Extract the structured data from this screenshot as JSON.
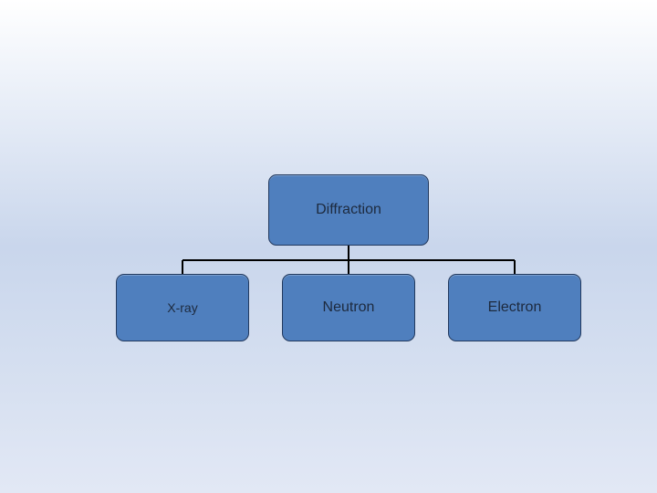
{
  "diagram": {
    "type": "hierarchy",
    "root": {
      "label": "Diffraction"
    },
    "children": [
      {
        "label": "X-ray"
      },
      {
        "label": "Neutron"
      },
      {
        "label": "Electron"
      }
    ]
  },
  "colors": {
    "node_fill": "#4f7fbe",
    "node_border": "#22395e",
    "node_text": "#1d2a3e",
    "connector": "#000000"
  }
}
